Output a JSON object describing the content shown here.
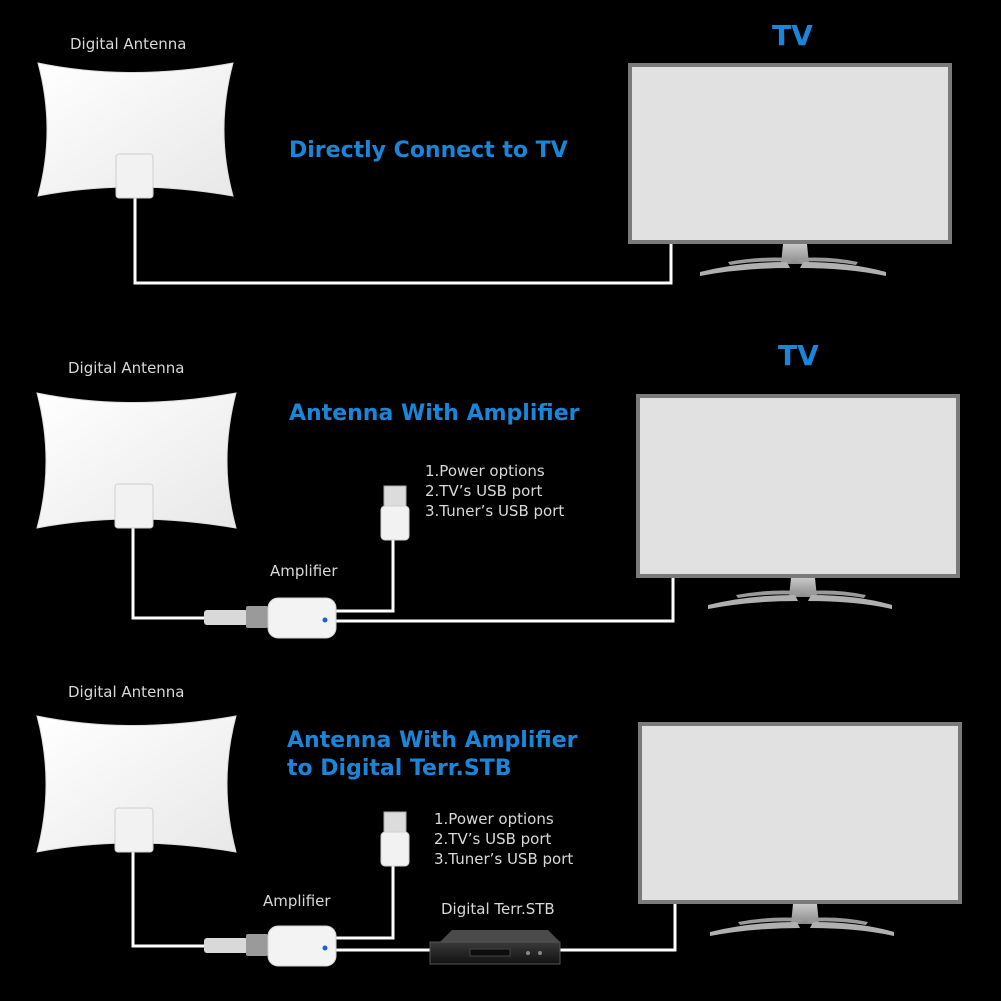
{
  "colors": {
    "background": "#000000",
    "accent": "#1a86d9",
    "label_text": "#d8d8d8",
    "cable": "#ffffff",
    "screen": "#e1e1e1",
    "antenna": "#f6f6f6"
  },
  "sections": [
    {
      "antenna_label": "Digital Antenna",
      "title_lines": [
        "Directly Connect to TV"
      ],
      "tv_label": "TV"
    },
    {
      "antenna_label": "Digital Antenna",
      "title_lines": [
        "Antenna With Amplifier"
      ],
      "tv_label": "TV",
      "amplifier_label": "Amplifier",
      "power_options": [
        "1.Power options",
        "2.TV’s USB port",
        "3.Tuner’s USB port"
      ]
    },
    {
      "antenna_label": "Digital Antenna",
      "title_lines": [
        "Antenna With Amplifier",
        "to Digital Terr.STB"
      ],
      "amplifier_label": "Amplifier",
      "power_options": [
        "1.Power options",
        "2.TV’s USB port",
        "3.Tuner’s USB port"
      ],
      "stb_label": "Digital Terr.STB"
    }
  ]
}
